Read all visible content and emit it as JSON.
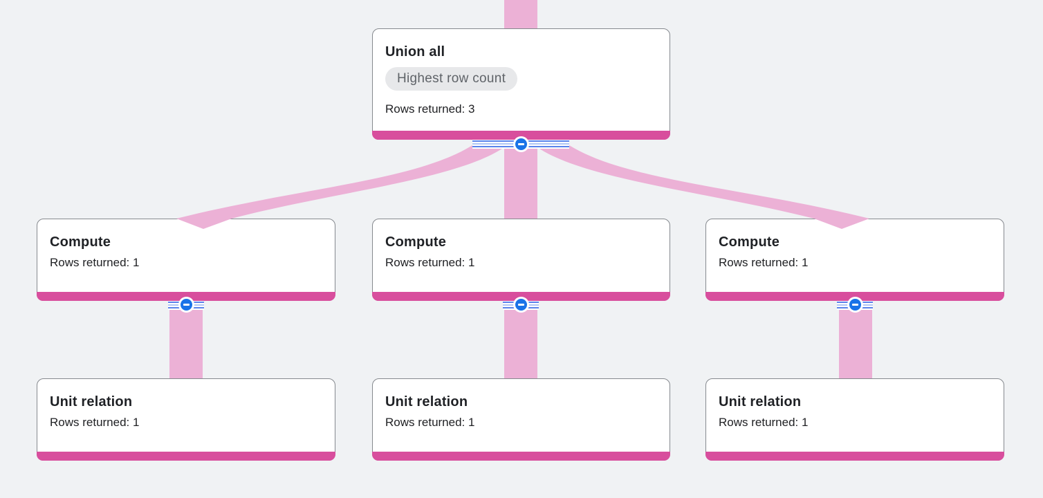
{
  "app": "query-execution-graph",
  "colors": {
    "bg": "#f0f2f4",
    "accent": "#d84e9d",
    "ribbon": "#ecb1d6",
    "band-blue": "#5a82eb",
    "band-light": "#b0c6f5",
    "button-blue": "#1a73e8",
    "card-border": "#85898e",
    "title-text": "#1f2125",
    "body-text": "#202124",
    "badge-bg": "#e7e8ea",
    "badge-text": "#5f6368"
  },
  "nodes": [
    {
      "id": "union-all",
      "title": "Union all",
      "badge": "Highest row count",
      "rows": "Rows returned: 3"
    },
    {
      "id": "compute-1",
      "title": "Compute",
      "rows": "Rows returned: 1"
    },
    {
      "id": "compute-2",
      "title": "Compute",
      "rows": "Rows returned: 1"
    },
    {
      "id": "compute-3",
      "title": "Compute",
      "rows": "Rows returned: 1"
    },
    {
      "id": "unit-rel-1",
      "title": "Unit relation",
      "rows": "Rows returned: 1"
    },
    {
      "id": "unit-rel-2",
      "title": "Unit relation",
      "rows": "Rows returned: 1"
    },
    {
      "id": "unit-rel-3",
      "title": "Unit relation",
      "rows": "Rows returned: 1"
    }
  ],
  "collapse_buttons": [
    {
      "node": "union-all",
      "state": "expanded",
      "icon": "minus-circle"
    },
    {
      "node": "compute-1",
      "state": "expanded",
      "icon": "minus-circle"
    },
    {
      "node": "compute-2",
      "state": "expanded",
      "icon": "minus-circle"
    },
    {
      "node": "compute-3",
      "state": "expanded",
      "icon": "minus-circle"
    }
  ],
  "edges": [
    {
      "from": "parent-offscreen",
      "to": "union-all"
    },
    {
      "from": "union-all",
      "to": "compute-1"
    },
    {
      "from": "union-all",
      "to": "compute-2"
    },
    {
      "from": "union-all",
      "to": "compute-3"
    },
    {
      "from": "compute-1",
      "to": "unit-rel-1"
    },
    {
      "from": "compute-2",
      "to": "unit-rel-2"
    },
    {
      "from": "compute-3",
      "to": "unit-rel-3"
    }
  ]
}
